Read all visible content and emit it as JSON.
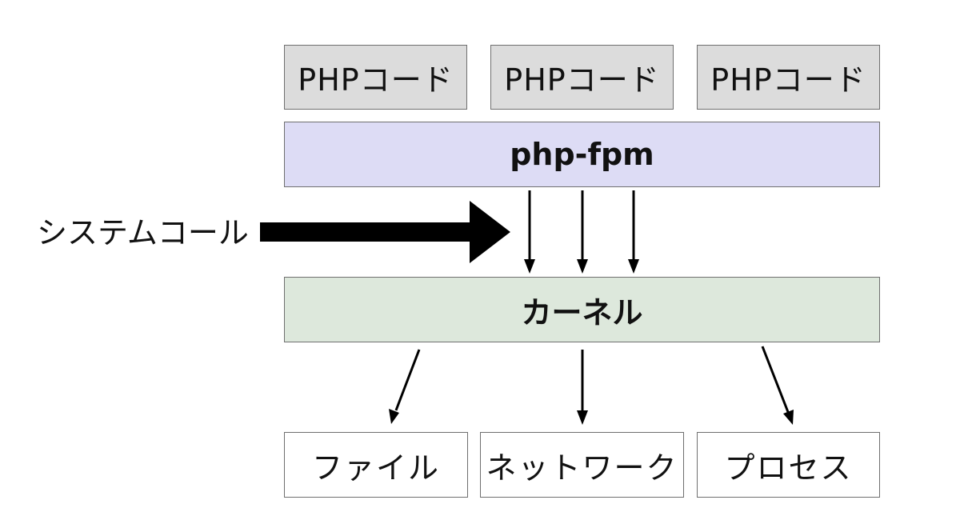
{
  "php_codes": [
    {
      "label": "PHPコード"
    },
    {
      "label": "PHPコード"
    },
    {
      "label": "PHPコード"
    }
  ],
  "fpm": {
    "label": "php-fpm"
  },
  "syscall": {
    "label": "システムコール"
  },
  "kernel": {
    "label": "カーネル"
  },
  "resources": [
    {
      "label": "ファイル"
    },
    {
      "label": "ネットワーク"
    },
    {
      "label": "プロセス"
    }
  ],
  "colors": {
    "php_code_fill": "#dcdcdc",
    "fpm_fill": "#dddcf5",
    "kernel_fill": "#dde8dc",
    "resource_fill": "#ffffff",
    "border": "#6f6f6f",
    "arrow": "#000000"
  }
}
